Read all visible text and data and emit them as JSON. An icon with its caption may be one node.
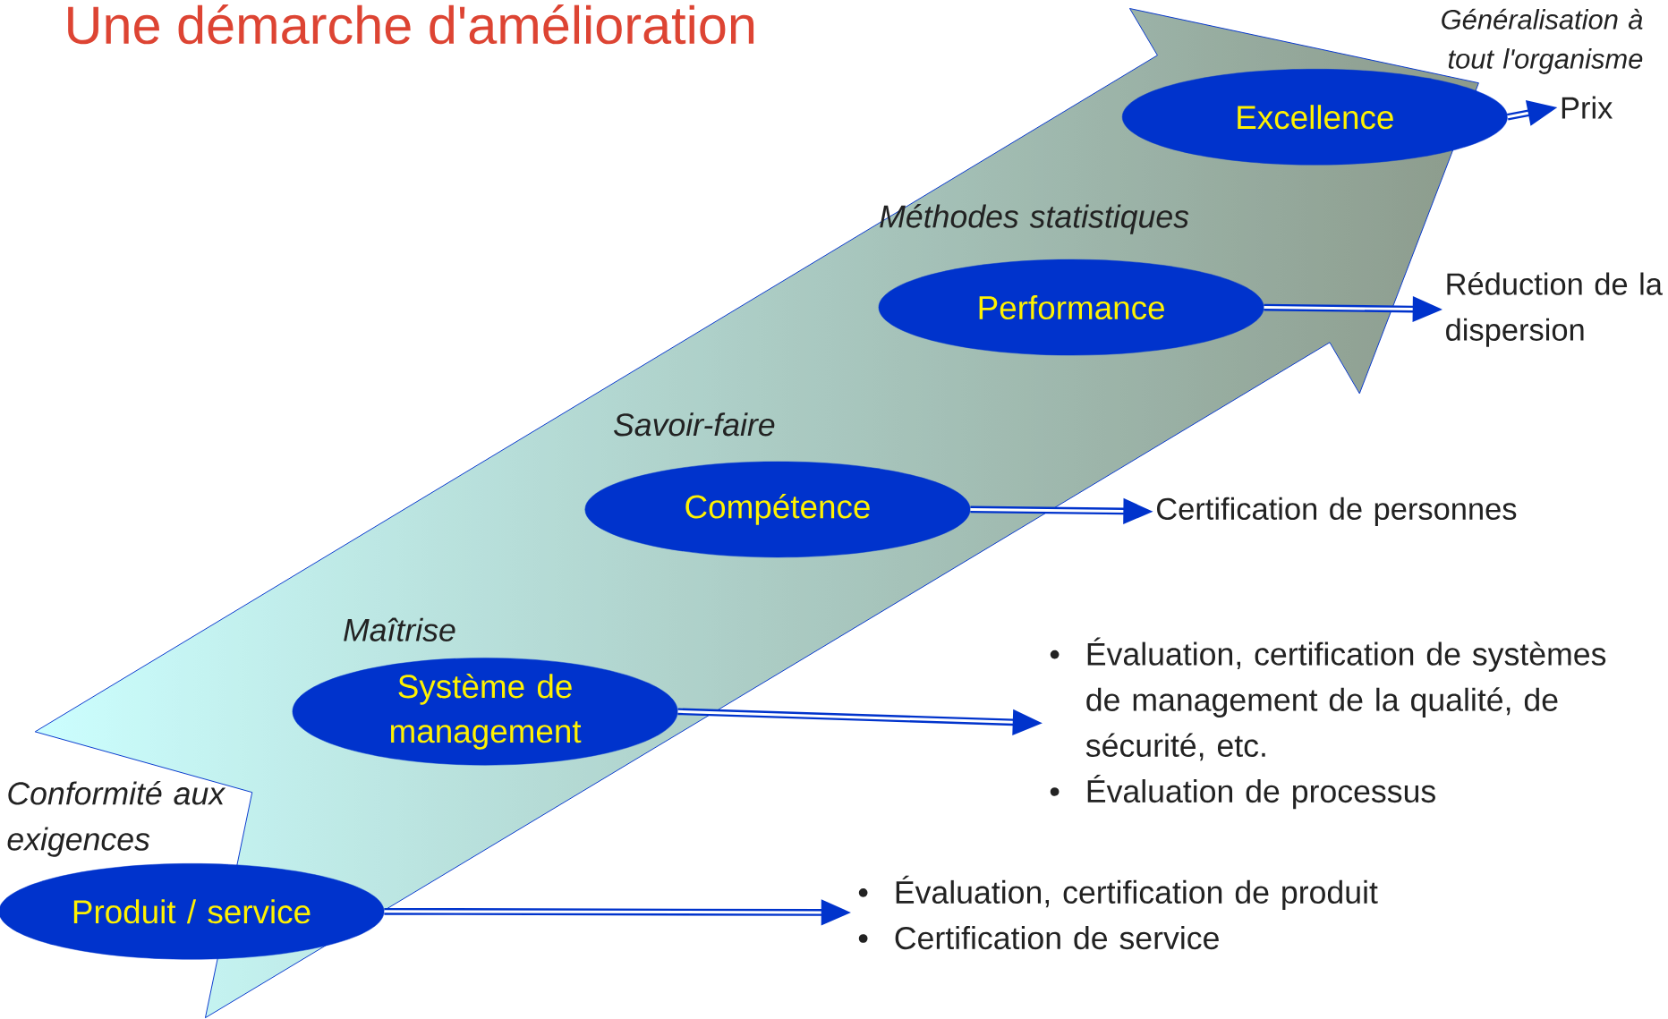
{
  "diagram": {
    "title": "Une démarche d'amélioration",
    "nodes": [
      {
        "text": [
          "Excellence"
        ],
        "beside": [
          "Généralisation à tout l'organisme"
        ]
      },
      {
        "text": [
          "Prix"
        ]
      },
      {
        "text": [
          "Performance"
        ],
        "beside": [
          "Méthodes statistiques"
        ]
      },
      {
        "text": [
          "Réduction de la dispersion"
        ]
      },
      {
        "text": [
          "Compétence"
        ],
        "beside": [
          "Savoir-faire"
        ]
      },
      {
        "text": [
          "Certification de personnes"
        ]
      },
      {
        "text": [
          "Système de management"
        ],
        "beside": [
          "Maîtrise"
        ]
      },
      {
        "text": [
          "Évaluation, certification de systèmes de management de la qualité, de sécurité, etc.",
          "Évaluation de processus"
        ]
      },
      {
        "text": [
          "Produit / service"
        ],
        "beside": [
          "Conformité aux exigences"
        ]
      },
      {
        "text": [
          "Évaluation, certification de produit",
          "Certification de service"
        ]
      }
    ],
    "labels": [
      "•",
      "•",
      "•",
      "•"
    ],
    "edges": [
      {
        "from": 0,
        "to": 1,
        "arrow": "to"
      },
      {
        "from": 2,
        "to": 3,
        "arrow": "to"
      },
      {
        "from": 4,
        "to": 5,
        "arrow": "to"
      },
      {
        "from": 6,
        "to": 7,
        "arrow": "to"
      },
      {
        "from": 8,
        "to": 9,
        "arrow": "to"
      }
    ]
  }
}
